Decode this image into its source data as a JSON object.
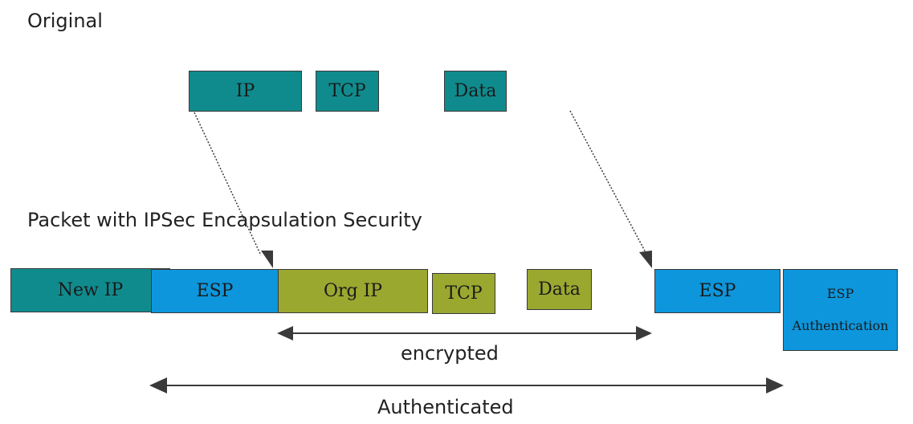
{
  "original_label": "Original",
  "encapsulated_label": "Packet with IPSec Encapsulation Security",
  "original_packet": {
    "ip": "IP",
    "tcp": "TCP",
    "data": "Data"
  },
  "esp_packet": {
    "new_ip": "New IP",
    "esp_header": "ESP",
    "org_ip": "Org IP",
    "tcp": "TCP",
    "data": "Data",
    "esp_trailer": "ESP",
    "esp_auth_line1": "ESP",
    "esp_auth_line2": "Authentication"
  },
  "encrypted_label": "encrypted",
  "authenticated_label": "Authenticated",
  "colors": {
    "teal": "#108b8d",
    "blue": "#0d96dc",
    "olive": "#9aa830",
    "arrow": "#3a3a3a"
  }
}
